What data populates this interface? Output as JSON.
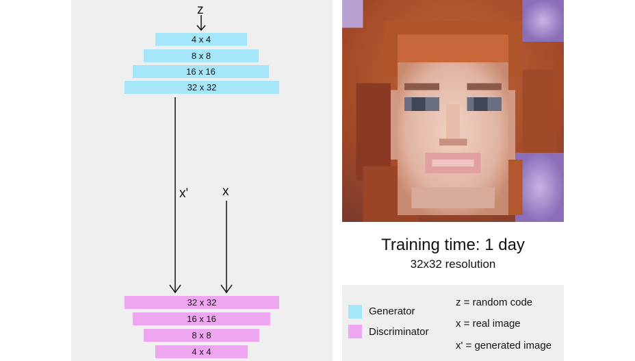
{
  "diagram": {
    "z_label": "z",
    "x_prime_label": "x'",
    "x_label": "x",
    "generator_layers": [
      "4 x 4",
      "8 x 8",
      "16 x 16",
      "32 x 32"
    ],
    "discriminator_layers": [
      "32 x 32",
      "16 x 16",
      "8 x 8",
      "4 x 4"
    ]
  },
  "caption": {
    "title": "Training time: 1 day",
    "subtitle": "32x32 resolution"
  },
  "legend": {
    "generator": "Generator",
    "discriminator": "Discriminator",
    "z_def": "z = random code",
    "x_def": "x = real image",
    "xprime_def": "x' = generated image"
  },
  "colors": {
    "generator": "#a6e6fa",
    "discriminator": "#eea6f0",
    "panel": "#efefef"
  },
  "image": {
    "subject": "generated-face-32x32",
    "grid": 32
  }
}
